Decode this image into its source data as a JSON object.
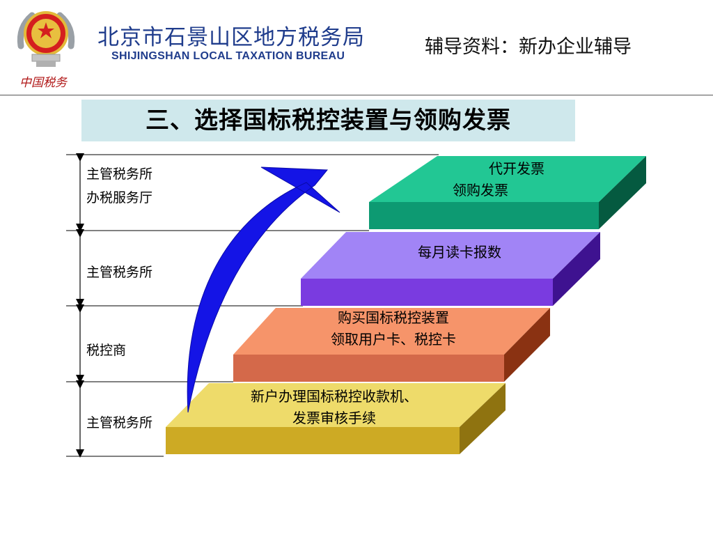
{
  "header": {
    "bureau_name_cn": "北京市石景山区地方税务局",
    "bureau_name_en": "SHIJINGSHAN LOCAL TAXATION BUREAU",
    "note": "辅导资料：新办企业辅导",
    "signature": "中国税务"
  },
  "section": {
    "title": "三、选择国标税控装置与领购发票"
  },
  "levels": [
    {
      "lines": [
        "主管税务所",
        "办税服务厅"
      ]
    },
    {
      "lines": [
        "主管税务所"
      ]
    },
    {
      "lines": [
        "税控商"
      ]
    },
    {
      "lines": [
        "主管税务所"
      ]
    }
  ],
  "steps": [
    {
      "lines": [
        "新户办理国标税控收款机、",
        "发票审核手续"
      ]
    },
    {
      "lines": [
        "购买国标税控装置",
        "领取用户卡、税控卡"
      ]
    },
    {
      "lines": [
        "每月读卡报数"
      ]
    },
    {
      "lines": [
        "代开发票",
        "领购发票"
      ]
    }
  ],
  "colors": {
    "step1": "#e9d257",
    "step2": "#f2895c",
    "step3": "#9b7af2",
    "step4": "#1cc08c",
    "arrow": "#1414e6",
    "title_box": "#cfe8ec"
  },
  "icons": {
    "emblem": "national-emblem-icon"
  }
}
